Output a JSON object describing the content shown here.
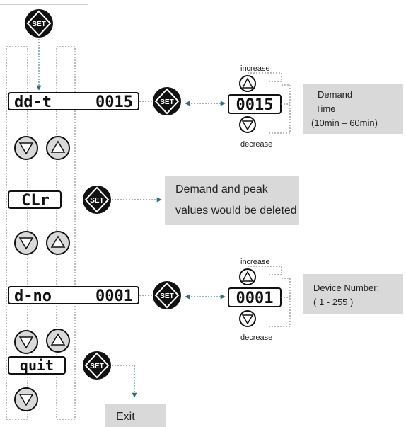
{
  "buttons": {
    "set": "SET"
  },
  "menu": [
    {
      "code": "dd-t",
      "value": "0015"
    },
    {
      "code": "CLr",
      "value": ""
    },
    {
      "code": "d-no",
      "value": "0001"
    },
    {
      "code": "quit",
      "value": ""
    }
  ],
  "demand_time": {
    "increase": "increase",
    "decrease": "decrease",
    "display": "0015",
    "info_line1": "Demand",
    "info_line2": "Time",
    "info_line3": "(10min – 60min)"
  },
  "clear": {
    "info_line1": "Demand and peak",
    "info_line2": "values would be deleted"
  },
  "device_number": {
    "increase": "increase",
    "decrease": "decrease",
    "display": "0001",
    "info_line1": "Device Number:",
    "info_line2": "( 1 - 255 )"
  },
  "exit": {
    "label": "Exit"
  },
  "colors": {
    "arrow": "#2e6f7a",
    "box_fill": "#d9d9d9",
    "button_fill": "#111111"
  },
  "icons": {
    "set": "set-button-icon",
    "up": "up-triangle-icon",
    "down": "down-triangle-icon"
  }
}
